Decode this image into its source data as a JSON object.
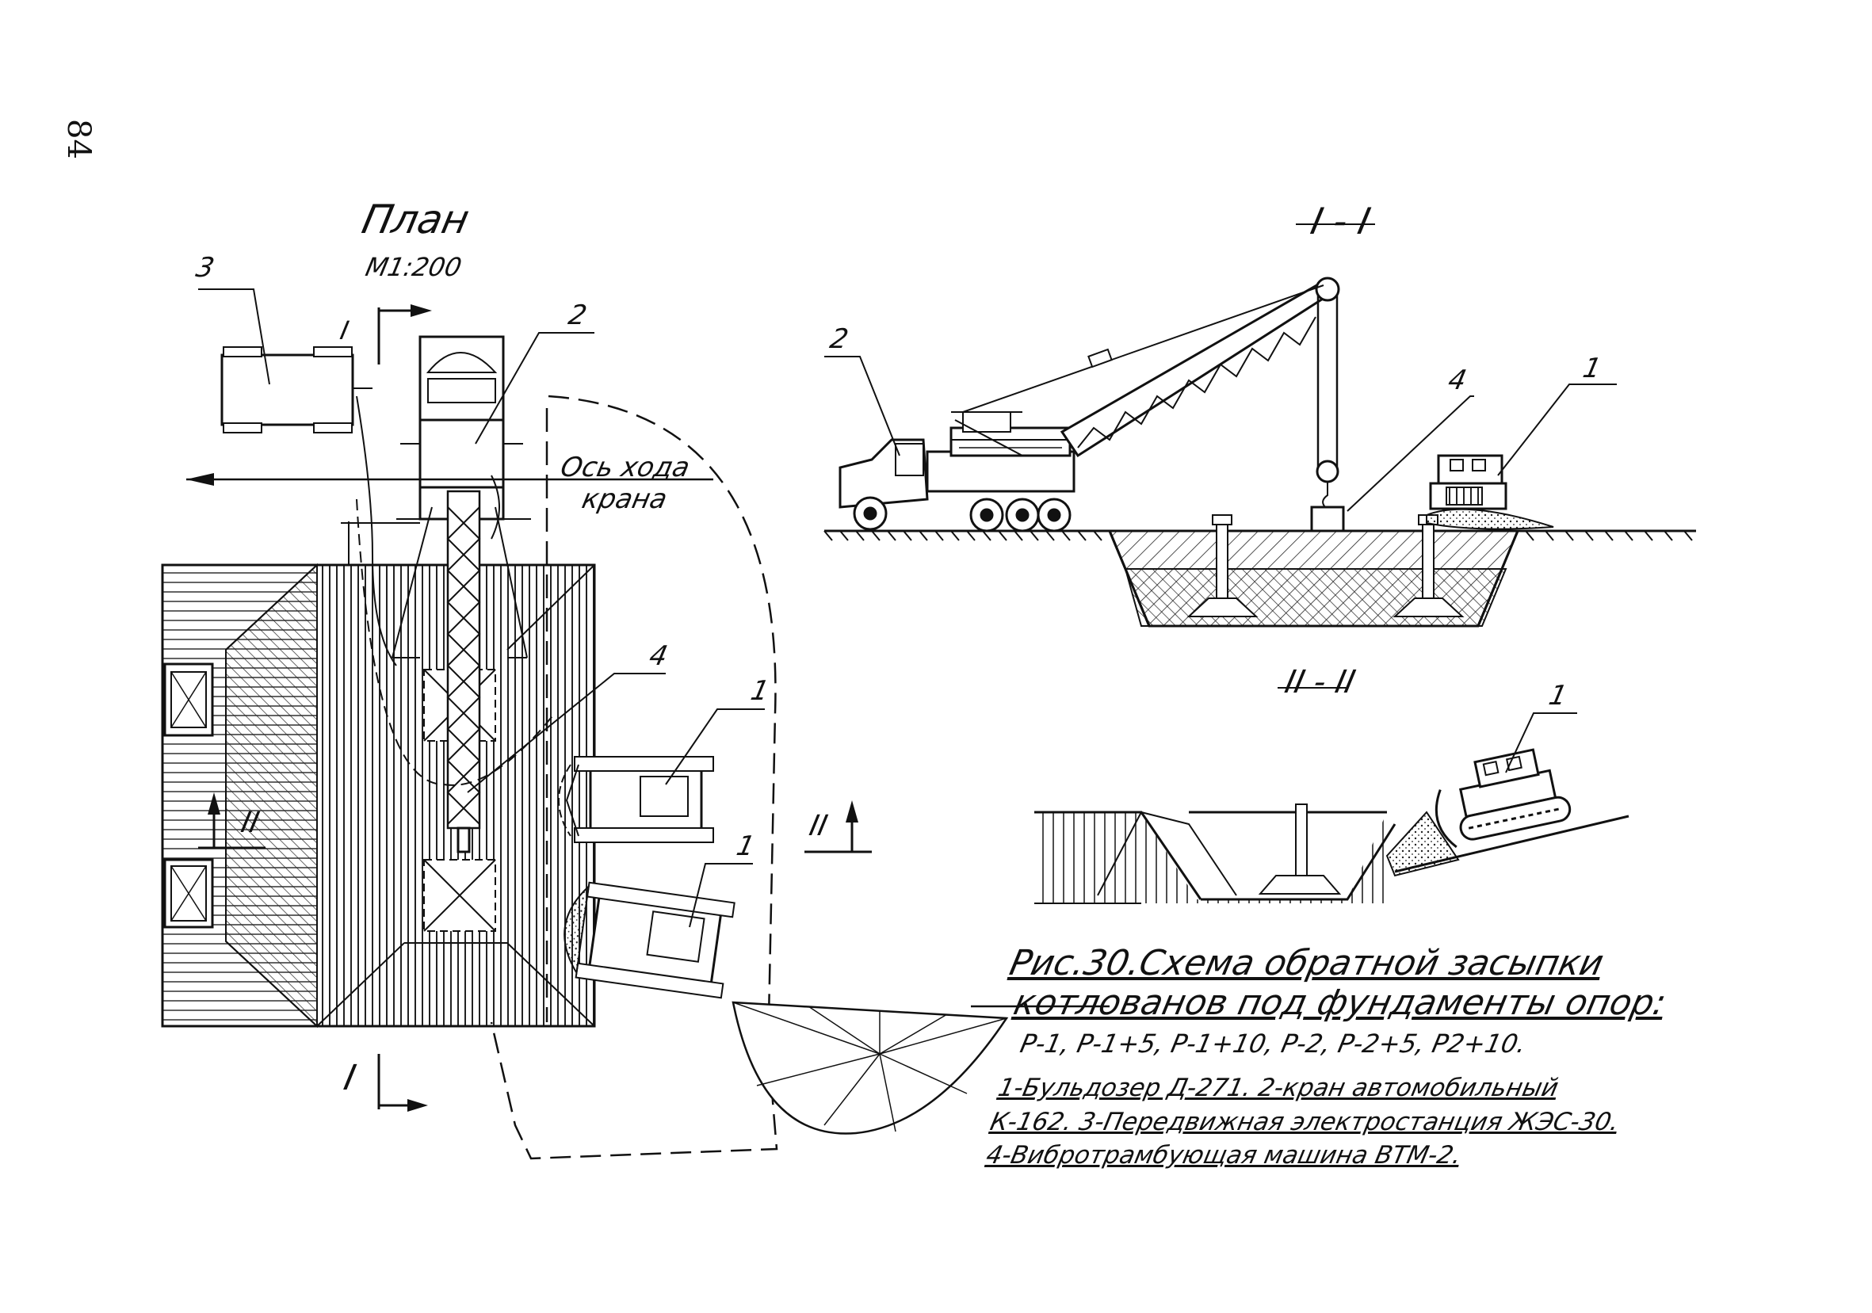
{
  "page_number": "84",
  "plan": {
    "title": "План",
    "scale": "М1:200",
    "axis_label_line1": "Ось хода",
    "axis_label_line2": "крана",
    "section_mark_I": "I",
    "section_mark_II": "II",
    "callouts": {
      "n1": "1",
      "n2": "2",
      "n3": "3",
      "n4": "4"
    }
  },
  "section_1": {
    "title": "I - I",
    "callouts": {
      "n1": "1",
      "n2": "2",
      "n4": "4"
    }
  },
  "section_2": {
    "title": "II - II",
    "callouts": {
      "n1": "1"
    }
  },
  "caption": {
    "line1": "Рис.30.Схема  обратной  засыпки",
    "line2": "котлованов  под фундаменты опор:",
    "line3": "Р-1, Р-1+5, Р-1+10, Р-2, Р-2+5, Р2+10."
  },
  "legend": {
    "line1": "1-Бульдозер Д-271.  2-кран  автомобильный",
    "line2": "К-162.  3-Передвижная электростанция ЖЭС-30.",
    "line3": "4-Вибротрамбующая машина ВТМ-2."
  }
}
